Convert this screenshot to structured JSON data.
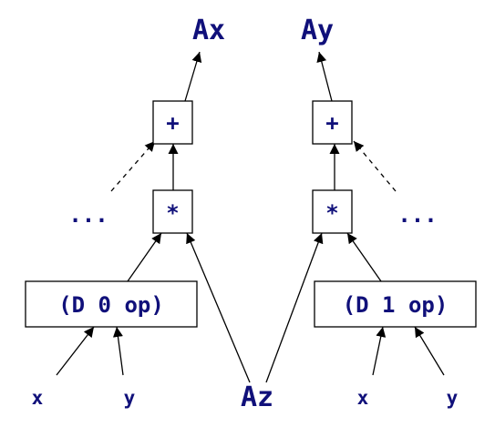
{
  "nodes": {
    "ax": "Ax",
    "ay": "Ay",
    "plus_left": "+",
    "plus_right": "+",
    "mul_left": "*",
    "mul_right": "*",
    "ellipsis_left": "...",
    "ellipsis_right": "...",
    "d0_op": "(D 0 op)",
    "d1_op": "(D 1 op)",
    "x_left": "x",
    "y_left": "y",
    "az": "Az",
    "x_right": "x",
    "y_right": "y"
  },
  "colors": {
    "label": "#10107a",
    "stroke": "#000000",
    "background": "#ffffff"
  }
}
